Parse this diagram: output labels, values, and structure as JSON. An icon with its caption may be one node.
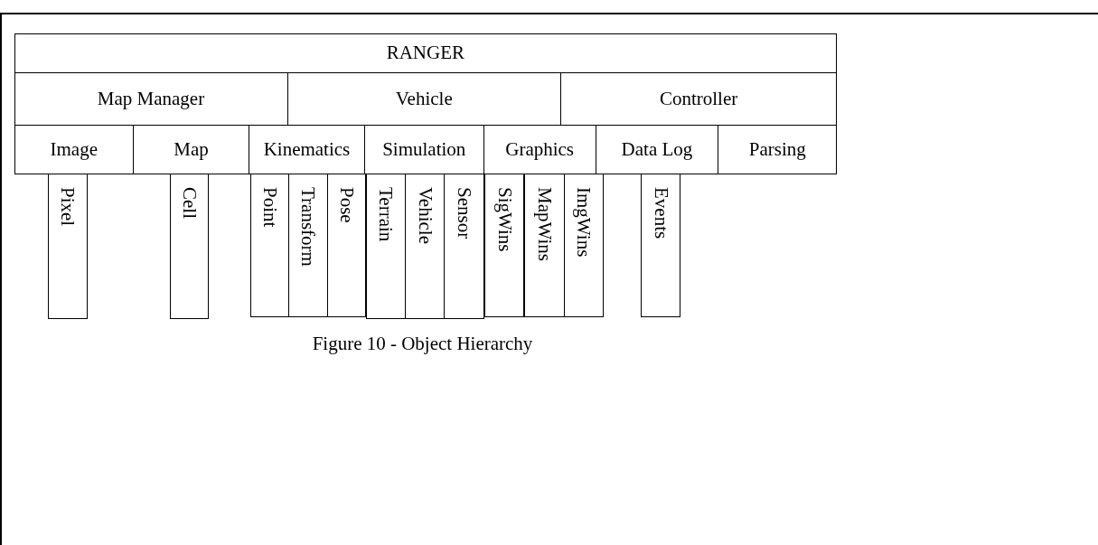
{
  "diagram": {
    "caption": "Figure 10 - Object Hierarchy",
    "nodes": [
      {
        "text": [
          "RANGER"
        ]
      },
      {
        "text": [
          "Map Manager"
        ]
      },
      {
        "text": [
          "Vehicle"
        ]
      },
      {
        "text": [
          "Controller"
        ]
      },
      {
        "text": [
          "Image"
        ]
      },
      {
        "text": [
          "Map"
        ]
      },
      {
        "text": [
          "Kinematics"
        ]
      },
      {
        "text": [
          "Simulation"
        ]
      },
      {
        "text": [
          "Graphics"
        ]
      },
      {
        "text": [
          "Data Log"
        ]
      },
      {
        "text": [
          "Parsing"
        ]
      },
      {
        "text": [
          "Pixel"
        ]
      },
      {
        "text": [
          "Cell"
        ]
      },
      {
        "text": [
          "Point"
        ]
      },
      {
        "text": [
          "Transform"
        ]
      },
      {
        "text": [
          "Pose"
        ]
      },
      {
        "text": [
          "Terrain"
        ]
      },
      {
        "text": [
          "Vehicle"
        ]
      },
      {
        "text": [
          "Sensor"
        ]
      },
      {
        "text": [
          "SigWins"
        ]
      },
      {
        "text": [
          "MapWins"
        ]
      },
      {
        "text": [
          "ImgWins"
        ]
      },
      {
        "text": [
          "Events"
        ]
      }
    ],
    "edges": []
  }
}
